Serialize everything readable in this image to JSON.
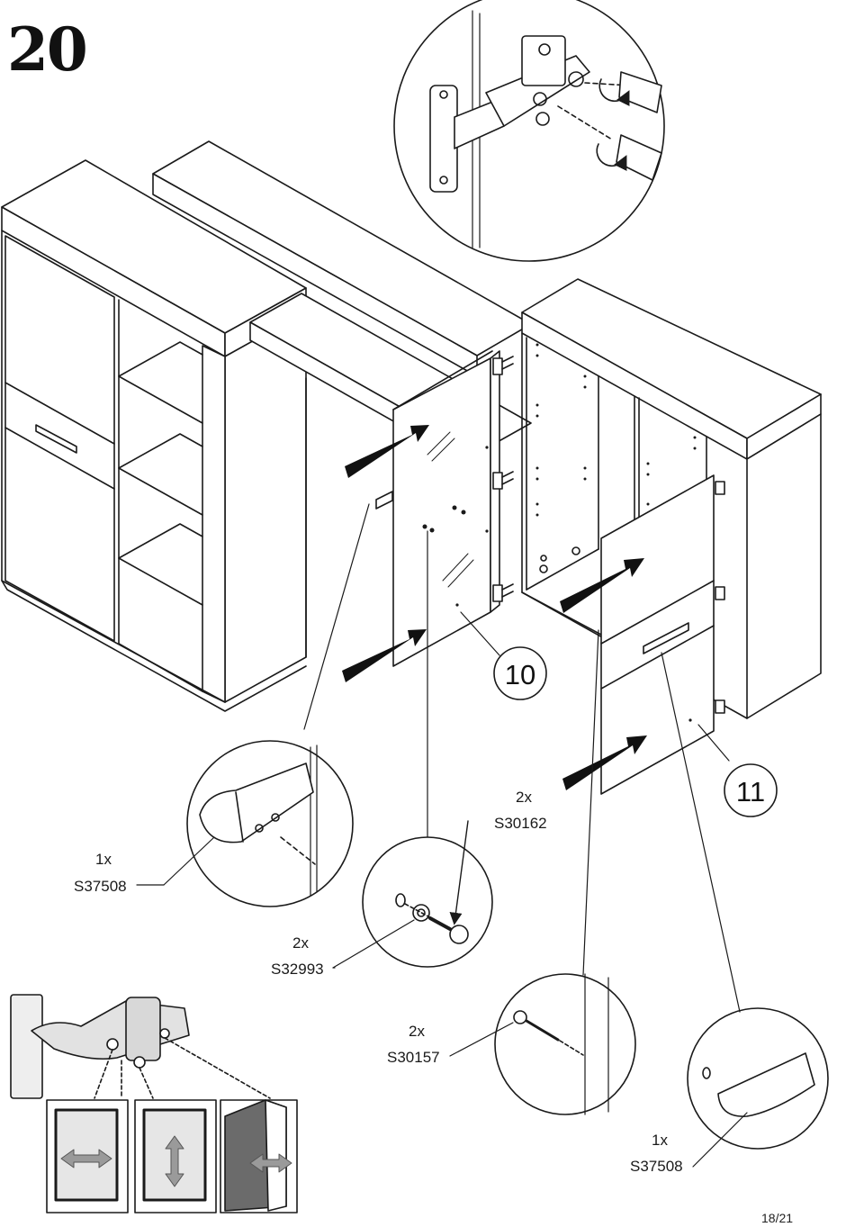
{
  "step_number": "20",
  "page_indicator": "18/21",
  "parts": {
    "door": "10",
    "drawer_front": "11"
  },
  "hardware": [
    {
      "qty": "1x",
      "code": "S37508"
    },
    {
      "qty": "2x",
      "code": "S30162"
    },
    {
      "qty": "2x",
      "code": "S32993"
    },
    {
      "qty": "2x",
      "code": "S30157"
    },
    {
      "qty": "1x",
      "code": "S37508"
    }
  ]
}
